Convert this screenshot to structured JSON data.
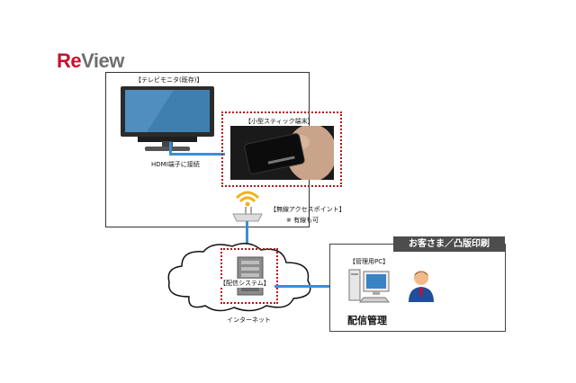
{
  "logo": {
    "part1": "Re",
    "part2": "View"
  },
  "labels": {
    "tv_monitor": "【テレビモニタ(既存)】",
    "stick_pc": "【小型スティック端末】",
    "hdmi": "HDMI端子に接続",
    "wireless_ap": "【無線アクセスポイント】",
    "wired_ok": "※ 有線も可",
    "customer_badge": "お客さま／凸版印刷",
    "admin_pc": "【管理用PC】",
    "distribution_system": "【配信システム】",
    "internet": "インターネット",
    "distribution_management": "配信管理"
  },
  "colors": {
    "brand_red": "#c8102e",
    "dotted_frame": "#b3141c",
    "cable_blue": "#3a8fd6",
    "badge_bg": "#4d4d4d"
  },
  "icons": [
    "tv-monitor-icon",
    "stick-pc-icon",
    "hand-icon",
    "wifi-router-icon",
    "cloud-icon",
    "server-icon",
    "desktop-pc-icon",
    "user-avatar-icon"
  ]
}
